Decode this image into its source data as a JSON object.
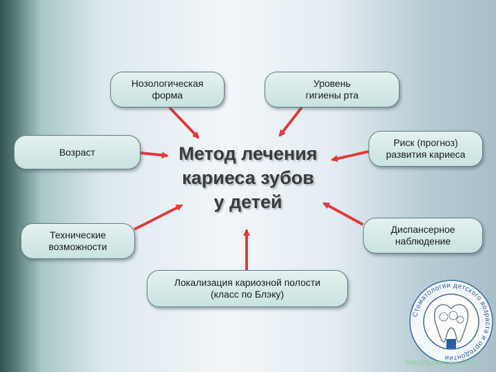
{
  "diagram": {
    "center_title": "Метод лечения\nкариеса зубов\nу детей",
    "factors": {
      "nosology": "Нозологическая\nформа",
      "hygiene": "Уровень\nгигиены рта",
      "age": "Возраст",
      "risk": "Риск (прогноз)\nразвития кариеса",
      "technical": "Технические\nвозможности",
      "dispensary": "Диспансерное\nнаблюдение",
      "localization": "Локализация кариозной полости\n(класс по Блэку)"
    },
    "arrow_color": "#e23a3a"
  },
  "logo": {
    "icon": "dental-department-seal-icon",
    "text": "Стоматологии детского возраста и ортодонтии"
  },
  "author": "Кисельникова Л.Ю."
}
